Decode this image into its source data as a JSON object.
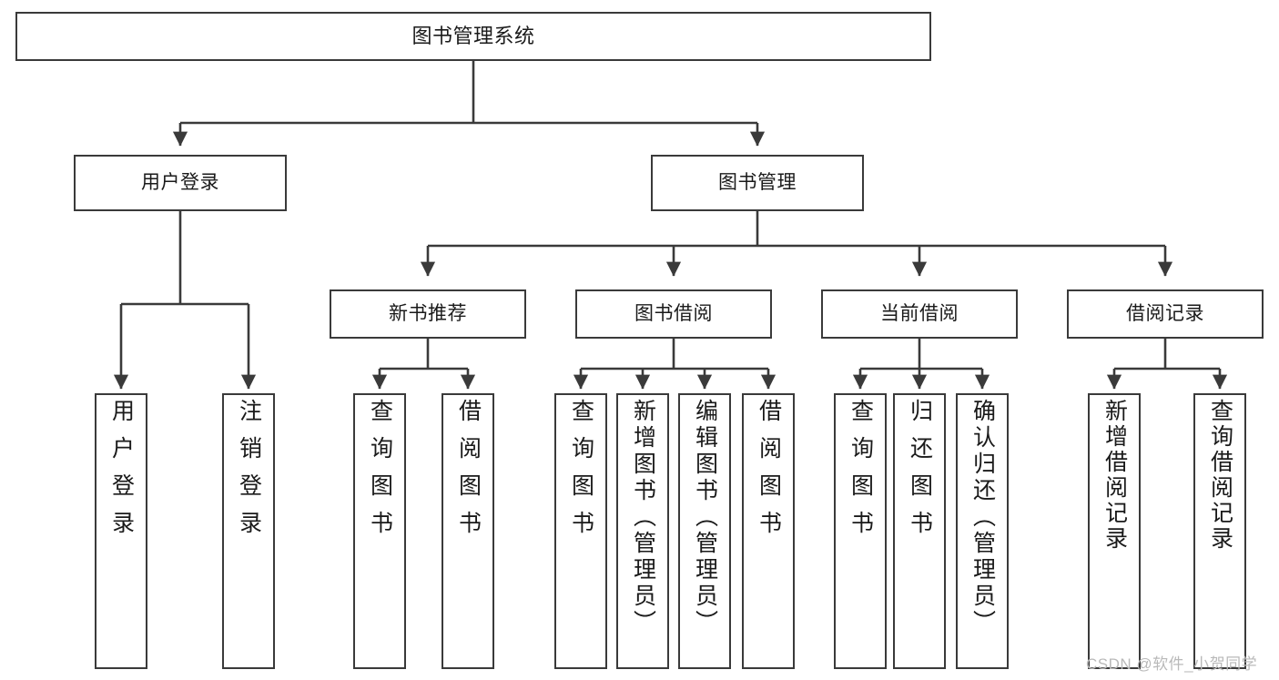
{
  "diagram": {
    "title": "图书管理系统",
    "type": "hierarchy-tree",
    "watermark": "CSDN @软件_小贺同学",
    "colors": {
      "stroke": "#3a3a3a",
      "fill": "#ffffff",
      "text": "#1a1a1a",
      "watermark": "#b9b9b9"
    },
    "nodes": {
      "root": {
        "label": "图书管理系统"
      },
      "level2": [
        {
          "label": "用户登录"
        },
        {
          "label": "图书管理"
        }
      ],
      "level3": [
        {
          "label": "新书推荐"
        },
        {
          "label": "图书借阅"
        },
        {
          "label": "当前借阅"
        },
        {
          "label": "借阅记录"
        }
      ],
      "leaves": {
        "user_login": [
          {
            "label": "用户登录"
          },
          {
            "label": "注销登录"
          }
        ],
        "new_book_recommend": [
          {
            "label": "查询图书"
          },
          {
            "label": "借阅图书"
          }
        ],
        "book_borrow": [
          {
            "label": "查询图书"
          },
          {
            "label": "新增图书（管理员）"
          },
          {
            "label": "编辑图书（管理员）"
          },
          {
            "label": "借阅图书"
          }
        ],
        "current_borrow": [
          {
            "label": "查询图书"
          },
          {
            "label": "归还图书"
          },
          {
            "label": "确认归还（管理员）"
          }
        ],
        "borrow_record": [
          {
            "label": "新增借阅记录"
          },
          {
            "label": "查询借阅记录"
          }
        ]
      }
    }
  }
}
